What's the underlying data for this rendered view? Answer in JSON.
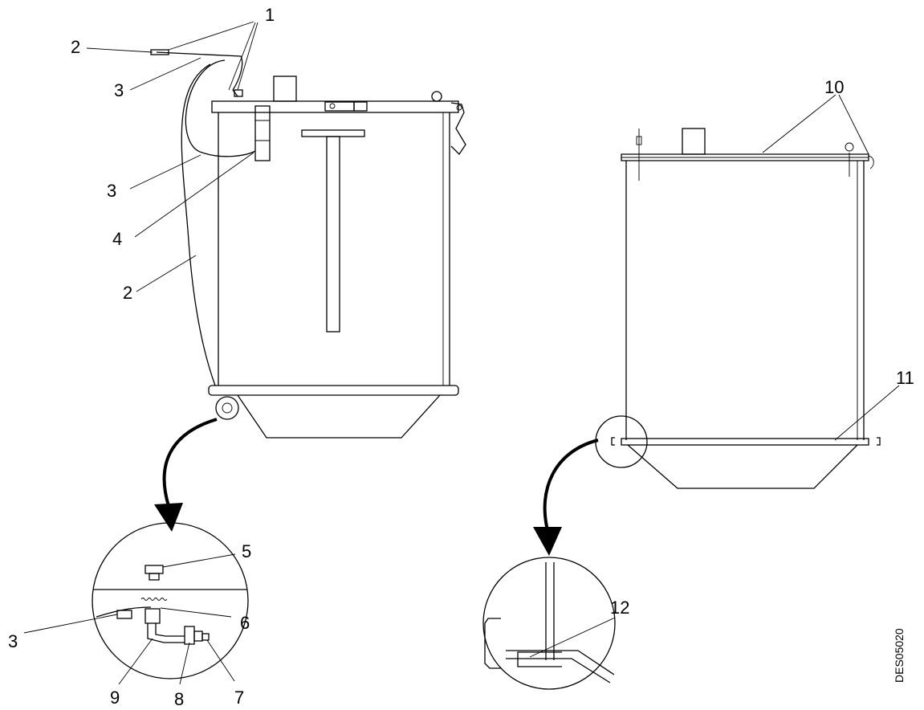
{
  "callouts": {
    "c1": "1",
    "c2a": "2",
    "c3a": "3",
    "c3b": "3",
    "c4": "4",
    "c2b": "2",
    "c5": "5",
    "c6": "6",
    "c3c": "3",
    "c9": "9",
    "c8": "8",
    "c7": "7",
    "c10": "10",
    "c11": "11",
    "c12": "12"
  },
  "drawing_code": "DES05020"
}
